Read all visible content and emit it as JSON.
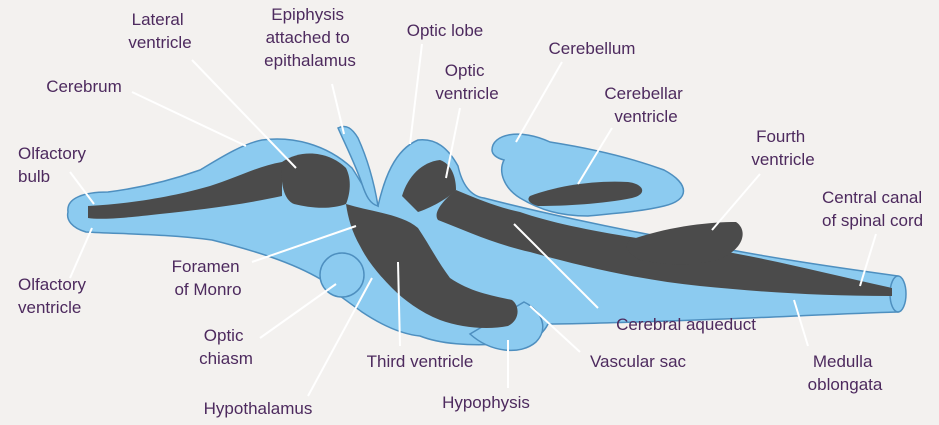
{
  "colors": {
    "background": "#f3f1ef",
    "tissue": "#8ccbf0",
    "tissue_outline": "#4e8fbf",
    "ventricle": "#4b4b4b",
    "label_text": "#4d2a5e",
    "pointer_line": "#ffffff"
  },
  "labels": {
    "lateral_ventricle": [
      "Lateral",
      "ventricle"
    ],
    "epiphysis": [
      "Epiphysis",
      "attached to",
      "epithalamus"
    ],
    "optic_lobe": [
      "Optic lobe"
    ],
    "cerebellum": [
      "Cerebellum"
    ],
    "cerebrum": [
      "Cerebrum"
    ],
    "optic_ventricle": [
      "Optic",
      "ventricle"
    ],
    "cerebellar_ventricle": [
      "Cerebellar",
      "ventricle"
    ],
    "olfactory_bulb": [
      "Olfactory",
      "bulb"
    ],
    "fourth_ventricle": [
      "Fourth",
      "ventricle"
    ],
    "central_canal": [
      "Central canal",
      "of spinal cord"
    ],
    "olfactory_ventricle": [
      "Olfactory",
      "ventricle"
    ],
    "foramen_of_monro": [
      "Foramen",
      "of Monro"
    ],
    "optic_chiasm": [
      "Optic",
      "chiasm"
    ],
    "cerebral_aqueduct": [
      "Cerebral aqueduct"
    ],
    "third_ventricle": [
      "Third ventricle"
    ],
    "vascular_sac": [
      "Vascular sac"
    ],
    "medulla_oblongata": [
      "Medulla",
      "oblongata"
    ],
    "hypothalamus": [
      "Hypothalamus"
    ],
    "hypophysis": [
      "Hypophysis"
    ]
  }
}
